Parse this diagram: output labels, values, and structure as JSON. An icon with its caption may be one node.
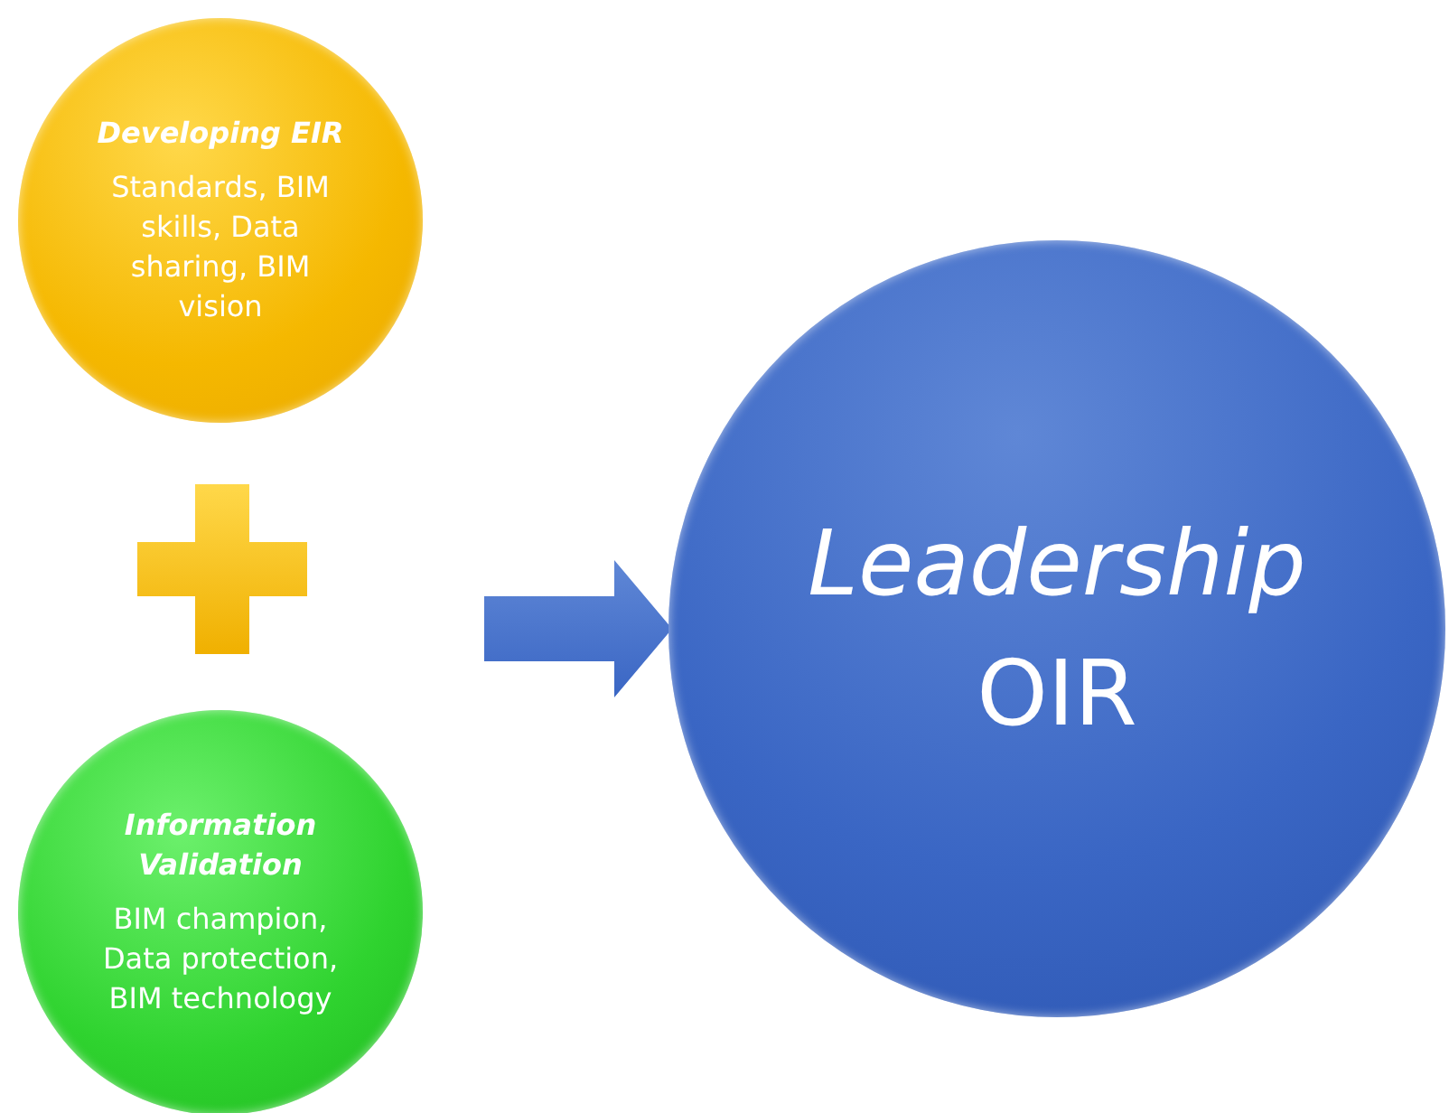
{
  "diagram": {
    "nodes": [
      {
        "text": [
          "Developing EIR",
          "Standards, BIM skills, Data sharing, BIM vision"
        ]
      },
      {
        "text": [
          "Information Validation",
          "BIM champion, Data protection, BIM technology"
        ]
      },
      {
        "text": [
          "Leadership",
          "OIR"
        ]
      }
    ],
    "edges": [
      {
        "from": null,
        "to": 2,
        "arrow": "to"
      }
    ]
  }
}
